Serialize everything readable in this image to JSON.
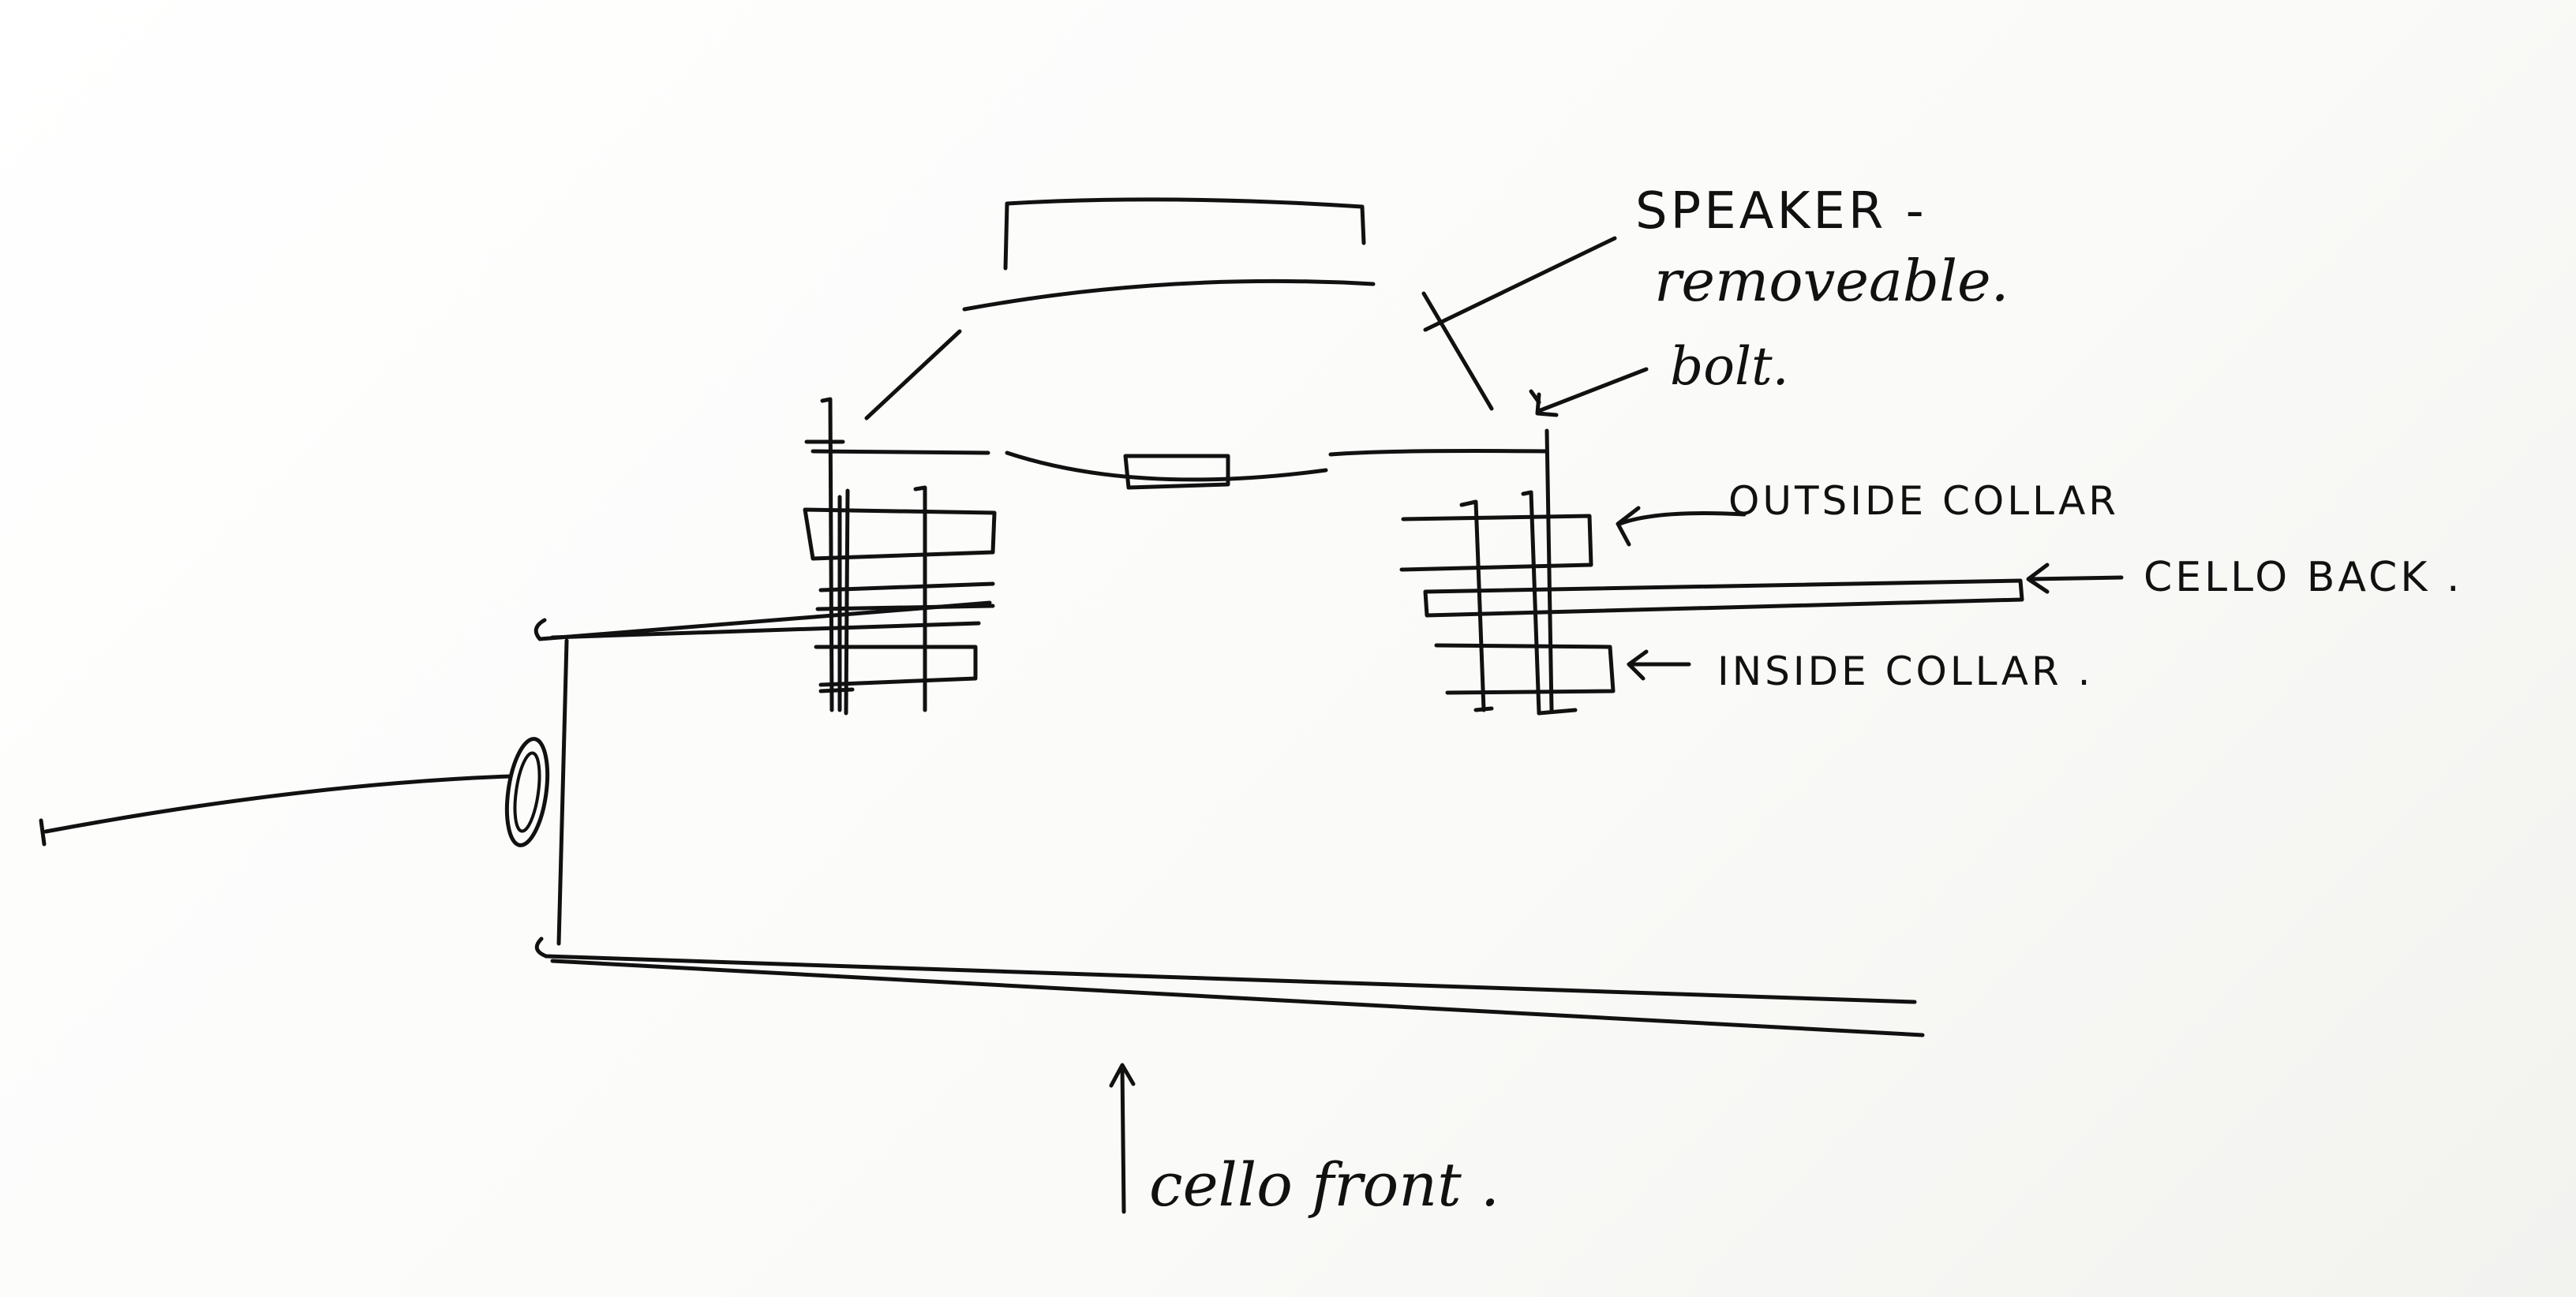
{
  "labels": {
    "speaker_line1": "SPEAKER -",
    "speaker_line2": "removeable.",
    "bolt": "bolt.",
    "outside_collar": "OUTSIDE COLLAR",
    "cello_back": "CELLO BACK .",
    "inside_collar": "INSIDE COLLAR .",
    "cello_front": "cello front ."
  },
  "colors": {
    "ink": "#111111",
    "paper": "#fbfbf9"
  }
}
